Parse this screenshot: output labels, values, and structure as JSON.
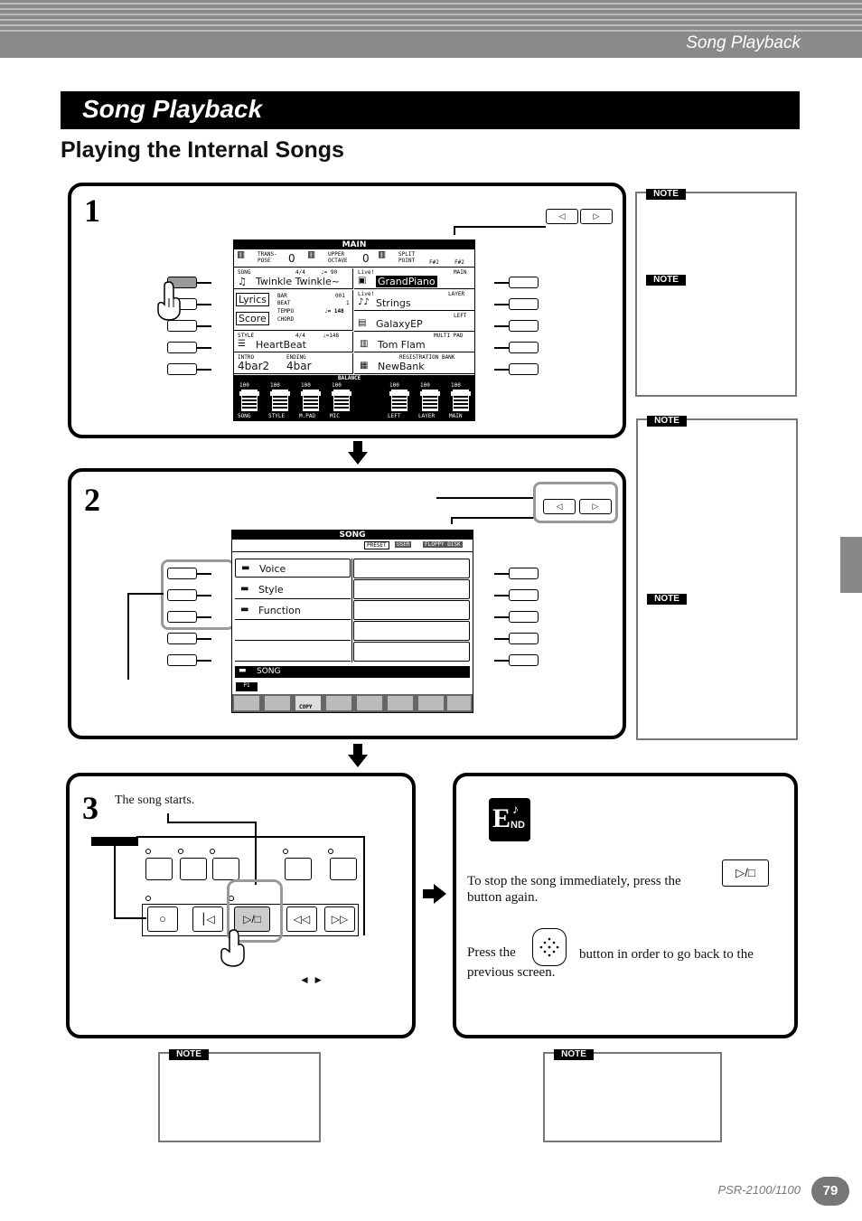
{
  "header": {
    "title": "Song Playback"
  },
  "section": {
    "title": "Song Playback",
    "subtitle": "Playing the Internal Songs"
  },
  "step1": {
    "number": "1",
    "lcd": {
      "title": "MAIN",
      "transpose_label": "TRANS-POSE",
      "transpose_value": "0",
      "upper_octave_label": "UPPER OCTAVE",
      "upper_octave_value": "0",
      "split_point_label": "SPLIT POINT",
      "split_a": "F#2",
      "split_b": "F#2",
      "song_label": "SONG",
      "song_meter": "4/4",
      "song_tempo": "♩= 90",
      "song_name": "Twinkle Twinkle~",
      "lyrics": "Lyrics",
      "score": "Score",
      "bar_label": "BAR",
      "bar_value": "001",
      "beat_label": "BEAT",
      "beat_value": "1",
      "tempo_label": "TEMPO",
      "tempo_value": "♩= 148",
      "chord_label": "CHORD",
      "style_label": "STYLE",
      "style_meter": "4/4",
      "style_tempo": "♩=148",
      "style_name": "HeartBeat",
      "intro_label": "INTRO",
      "intro_value": "4bar2",
      "ending_label": "ENDING",
      "ending_value": "4bar",
      "main_voice_tag": "Live!",
      "main_label": "MAIN",
      "main_voice": "GrandPiano",
      "layer_voice_tag": "Live!",
      "layer_label": "LAYER",
      "layer_voice": "Strings",
      "left_label": "LEFT",
      "left_voice": "GalaxyEP",
      "multipad_label": "MULTI PAD",
      "multipad_name": "Tom Flam",
      "regbank_label": "REGISTRATION BANK",
      "regbank_name": "NewBank",
      "balance_label": "BALANCE",
      "sliders": [
        {
          "value": "100",
          "label": "SONG"
        },
        {
          "value": "100",
          "label": "STYLE"
        },
        {
          "value": "100",
          "label": "M.PAD"
        },
        {
          "value": "100",
          "label": "MIC"
        },
        {
          "value": "100",
          "label": "LEFT"
        },
        {
          "value": "100",
          "label": "LAYER"
        },
        {
          "value": "100",
          "label": "MAIN"
        }
      ]
    }
  },
  "step2": {
    "number": "2",
    "lcd": {
      "title": "SONG",
      "tabs": [
        "PRESET",
        "USER",
        "FLOPPY DISK"
      ],
      "folders": [
        "Voice",
        "Style",
        "Function"
      ],
      "path": "SONG",
      "page": "P1",
      "copy_label": "COPY"
    }
  },
  "step3": {
    "number": "3",
    "text": "The song starts.",
    "transport_icons": [
      "record-icon",
      "top-icon",
      "play-stop-icon",
      "rewind-icon",
      "fast-forward-icon"
    ],
    "arrows_label": "◄ ►"
  },
  "end_panel": {
    "badge": "END",
    "stop_text_a": "To stop the song immediately, press the",
    "stop_text_b": "button again.",
    "play_stop_glyph": "▷/□",
    "exit_text_a": "Press the",
    "exit_text_b": "button in order to go back to the previous screen."
  },
  "notes": {
    "tag": "NOTE"
  },
  "footer": {
    "model": "PSR-2100/1100",
    "page": "79"
  }
}
